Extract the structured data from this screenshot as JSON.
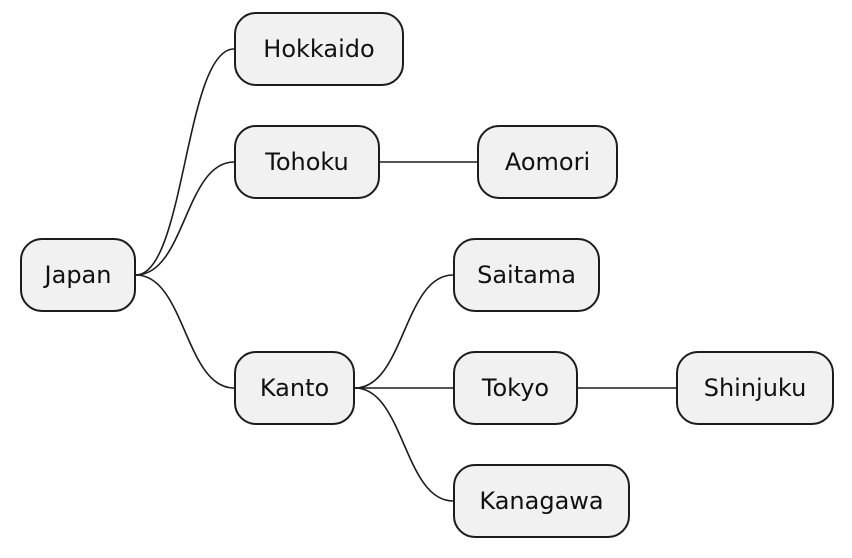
{
  "mindmap": {
    "root": {
      "label": "Japan"
    },
    "nodes": {
      "hokkaido": {
        "label": "Hokkaido"
      },
      "tohoku": {
        "label": "Tohoku"
      },
      "aomori": {
        "label": "Aomori"
      },
      "kanto": {
        "label": "Kanto"
      },
      "saitama": {
        "label": "Saitama"
      },
      "tokyo": {
        "label": "Tokyo"
      },
      "shinjuku": {
        "label": "Shinjuku"
      },
      "kanagawa": {
        "label": "Kanagawa"
      }
    },
    "edges": [
      [
        "japan",
        "hokkaido"
      ],
      [
        "japan",
        "tohoku"
      ],
      [
        "japan",
        "kanto"
      ],
      [
        "tohoku",
        "aomori"
      ],
      [
        "kanto",
        "saitama"
      ],
      [
        "kanto",
        "tokyo"
      ],
      [
        "kanto",
        "kanagawa"
      ],
      [
        "tokyo",
        "shinjuku"
      ]
    ]
  },
  "colors": {
    "node_fill": "#f1f1f1",
    "node_border": "#1c1c1c",
    "edge": "#1c1c1c"
  }
}
